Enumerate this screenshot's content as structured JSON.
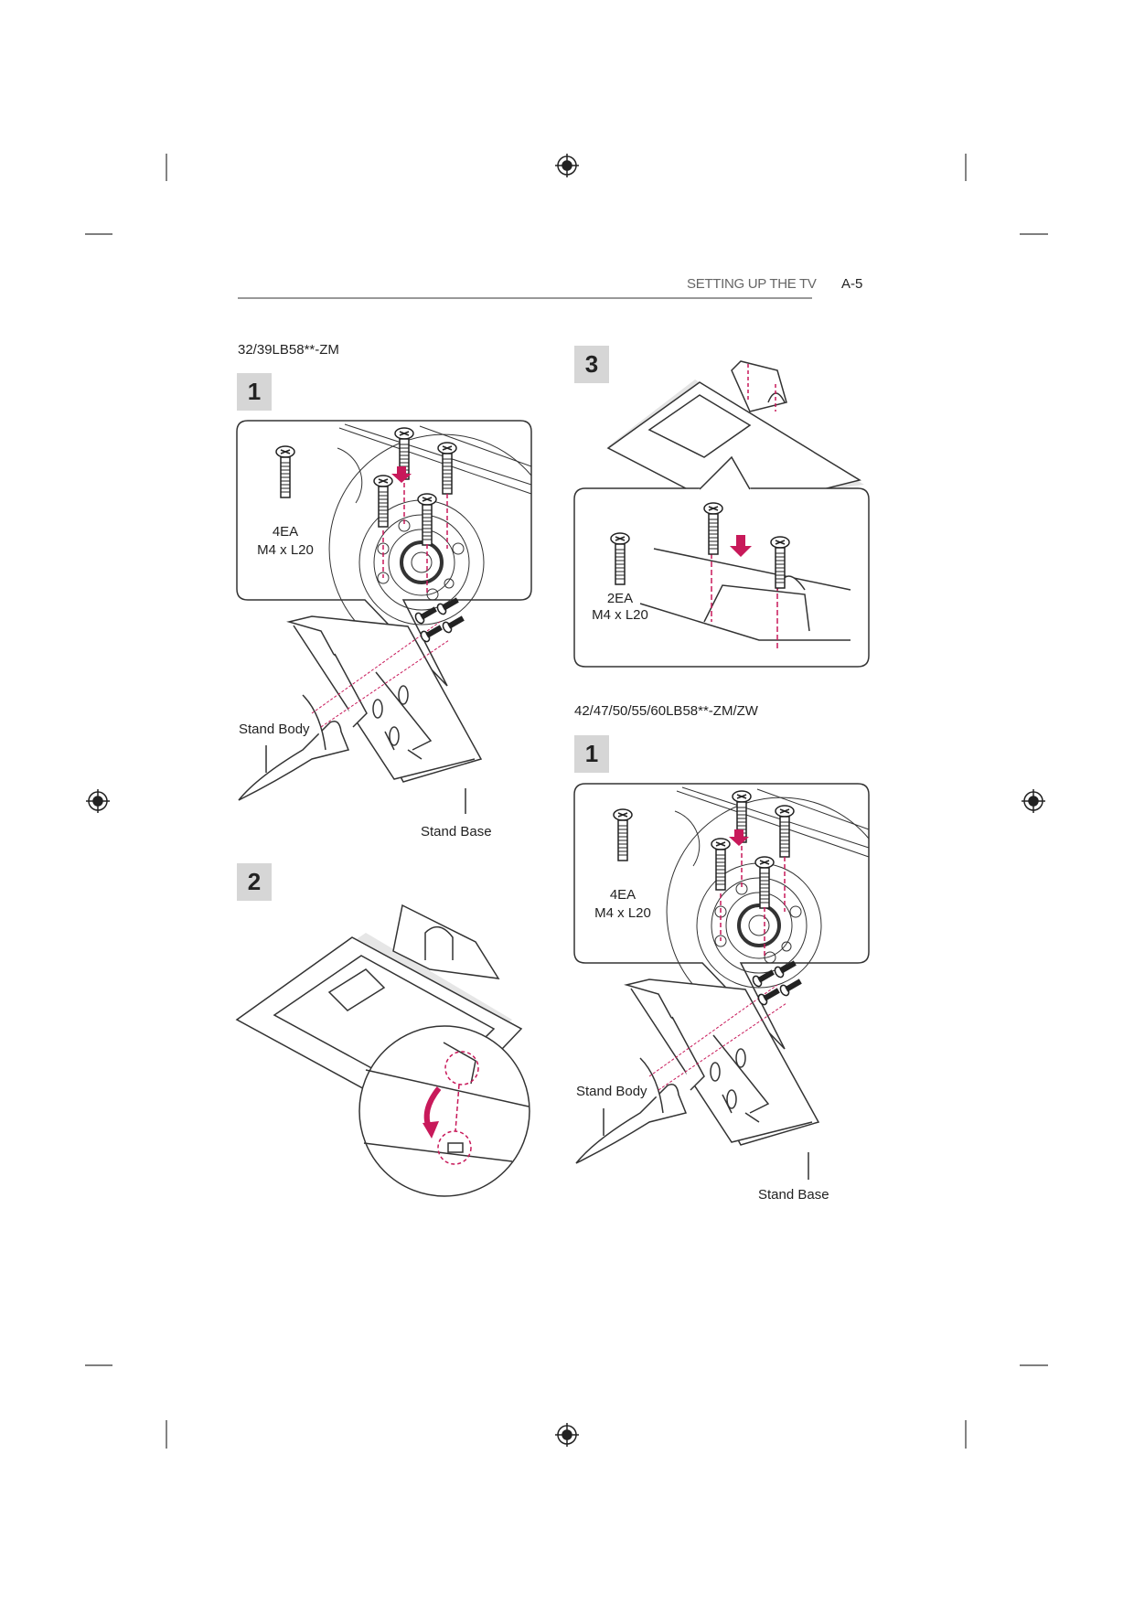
{
  "header": {
    "section_title": "SETTING UP THE TV",
    "page_number": "A-5"
  },
  "left_column": {
    "model_label": "32/39LB58**-ZM",
    "step1": {
      "number": "1",
      "screw_qty": "4EA",
      "screw_spec": "M4 x L20",
      "label_stand_body": "Stand Body",
      "label_stand_base": "Stand Base"
    },
    "step2": {
      "number": "2"
    }
  },
  "right_column": {
    "step3": {
      "number": "3",
      "screw_qty": "2EA",
      "screw_spec": "M4 x L20"
    },
    "model_label": "42/47/50/55/60LB58**-ZM/ZW",
    "step1": {
      "number": "1",
      "screw_qty": "4EA",
      "screw_spec": "M4 x L20",
      "label_stand_body": "Stand Body",
      "label_stand_base": "Stand Base"
    }
  },
  "colors": {
    "accent": "#c8195a",
    "step_box": "#d6d6d6",
    "line": "#333333"
  }
}
